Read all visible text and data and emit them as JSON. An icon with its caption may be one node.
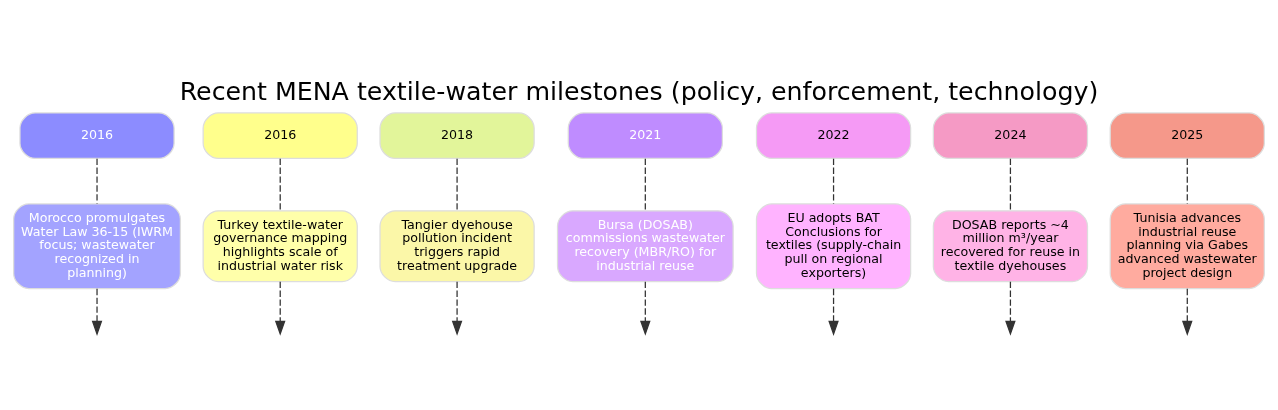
{
  "diagram": {
    "title": "Recent MENA textile-water milestones (policy, enforcement, technology)",
    "nodes": [
      {
        "text": [
          "2016"
        ]
      },
      {
        "text": [
          "2016"
        ]
      },
      {
        "text": [
          "2018"
        ]
      },
      {
        "text": [
          "2021"
        ]
      },
      {
        "text": [
          "2022"
        ]
      },
      {
        "text": [
          "2024"
        ]
      },
      {
        "text": [
          "2025"
        ]
      },
      {
        "text": [
          "Morocco promulgates Water Law 36-15 (IWRM focus; wastewater recognized in planning)"
        ]
      },
      {
        "text": [
          "Turkey textile-water governance mapping highlights scale of industrial water risk"
        ]
      },
      {
        "text": [
          "Tangier dyehouse pollution incident triggers rapid treatment upgrade"
        ]
      },
      {
        "text": [
          "Bursa (DOSAB) commissions wastewater recovery (MBR/RO) for industrial reuse"
        ]
      },
      {
        "text": [
          "EU adopts BAT Conclusions for textiles (supply-chain pull on regional exporters)"
        ]
      },
      {
        "text": [
          "DOSAB reports ~4 million m³/year recovered for reuse in textile dyehouses"
        ]
      },
      {
        "text": [
          "Tunisia advances industrial reuse planning via Gabes advanced wastewater project design"
        ]
      }
    ],
    "edges": [
      {
        "from": 0,
        "to": 7,
        "arrow": "none",
        "style": "dashed"
      },
      {
        "from": 1,
        "to": 8,
        "arrow": "none",
        "style": "dashed"
      },
      {
        "from": 2,
        "to": 9,
        "arrow": "none",
        "style": "dashed"
      },
      {
        "from": 3,
        "to": 10,
        "arrow": "none",
        "style": "dashed"
      },
      {
        "from": 4,
        "to": 11,
        "arrow": "none",
        "style": "dashed"
      },
      {
        "from": 5,
        "to": 12,
        "arrow": "none",
        "style": "dashed"
      },
      {
        "from": 6,
        "to": 13,
        "arrow": "none",
        "style": "dashed"
      },
      {
        "from": 7,
        "to": null,
        "arrow": "to",
        "style": "dashed"
      },
      {
        "from": 8,
        "to": null,
        "arrow": "to",
        "style": "dashed"
      },
      {
        "from": 9,
        "to": null,
        "arrow": "to",
        "style": "dashed"
      },
      {
        "from": 10,
        "to": null,
        "arrow": "to",
        "style": "dashed"
      },
      {
        "from": 11,
        "to": null,
        "arrow": "to",
        "style": "dashed"
      },
      {
        "from": 12,
        "to": null,
        "arrow": "to",
        "style": "dashed"
      },
      {
        "from": 13,
        "to": null,
        "arrow": "to",
        "style": "dashed"
      }
    ]
  }
}
